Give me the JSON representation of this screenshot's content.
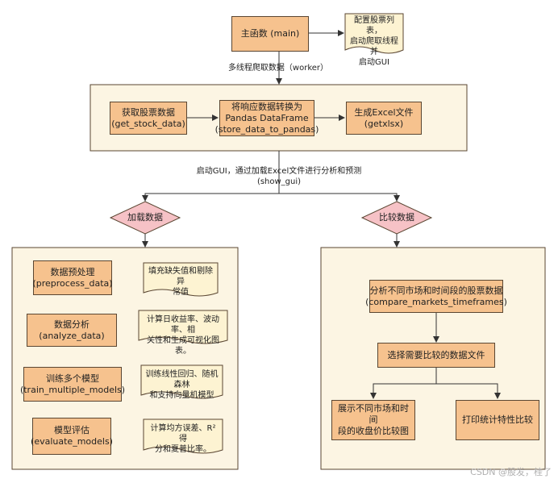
{
  "colors": {
    "node_fill": "#f6c28e",
    "container_fill": "#fcf5e3",
    "note_fill": "#fdf3d2",
    "decision_fill": "#f6c2c6",
    "stroke": "#5a4632",
    "arrow": "#333333"
  },
  "nodes": {
    "main": "主函数 (main)",
    "main_note": "配置股票列表，\n启动爬取线程并\n启动GUI",
    "worker_label": "多线程爬取数据（worker）",
    "get_stock": "获取股票数据\n(get_stock_data)",
    "to_pandas": "将响应数据转换为\nPandas DataFrame\n(store_data_to_pandas)",
    "getxlsx": "生成Excel文件\n(getxlsx)",
    "show_gui_label": "启动GUI，通过加载Excel文件进行分析和预测\n(show_gui)",
    "decision_load": "加载数据",
    "decision_compare": "比较数据",
    "preprocess": "数据预处理\n(preprocess_data)",
    "preprocess_note": "填充缺失值和剔除异\n常值",
    "analyze": "数据分析\n(analyze_data)",
    "analyze_note": "计算日收益率、波动率、相\n关性和生成可视化图表。",
    "train": "训练多个模型\n(train_multiple_models)",
    "train_note": "训练线性回归、随机森林\n和支持向量机模型",
    "evaluate": "模型评估\n(evaluate_models)",
    "evaluate_note": "计算均方误差、R²得\n分和夏普比率。",
    "compare_timeframes": "分析不同市场和时间段的股票数据\n(compare_markets_timeframes)",
    "select_files": "选择需要比较的数据文件",
    "show_chart": "展示不同市场和时间\n段的收盘价比较图",
    "print_stats": "打印统计特性比较"
  },
  "watermark": "CSDN @股发，桂了"
}
